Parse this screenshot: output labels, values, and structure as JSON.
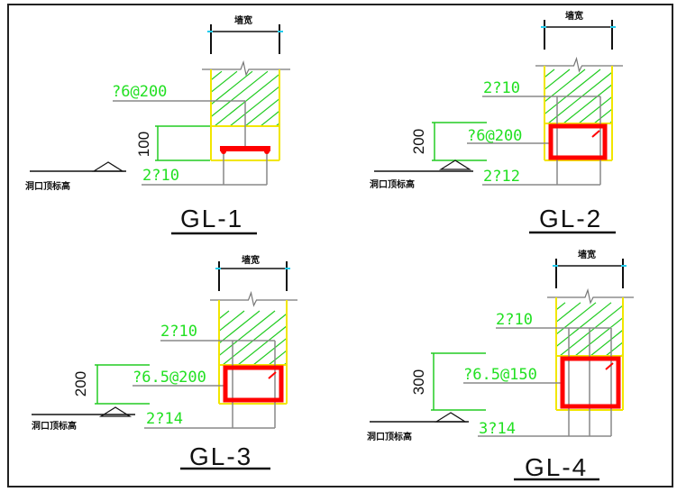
{
  "colors": {
    "rebar_text": "#22e022",
    "hatch": "#22cc22",
    "beam_outline": "#f2e600",
    "stirrup": "#ff0000",
    "leader": "#888888",
    "ink": "#111111",
    "dim_tick": "#22ccee"
  },
  "common": {
    "wall_width_label": "墙宽",
    "opening_top_elevation_label": "洞口顶标高"
  },
  "panels": [
    {
      "title": "GL-1",
      "top_bar": "",
      "stirrup": "?6@200",
      "bottom_bar": "2?10",
      "height_dim": "100"
    },
    {
      "title": "GL-2",
      "top_bar": "2?10",
      "stirrup": "?6@200",
      "bottom_bar": "2?12",
      "height_dim": "200"
    },
    {
      "title": "GL-3",
      "top_bar": "2?10",
      "stirrup": "?6.5@200",
      "bottom_bar": "2?14",
      "height_dim": "200"
    },
    {
      "title": "GL-4",
      "top_bar": "2?10",
      "stirrup": "?6.5@150",
      "bottom_bar": "3?14",
      "height_dim": "300"
    }
  ]
}
